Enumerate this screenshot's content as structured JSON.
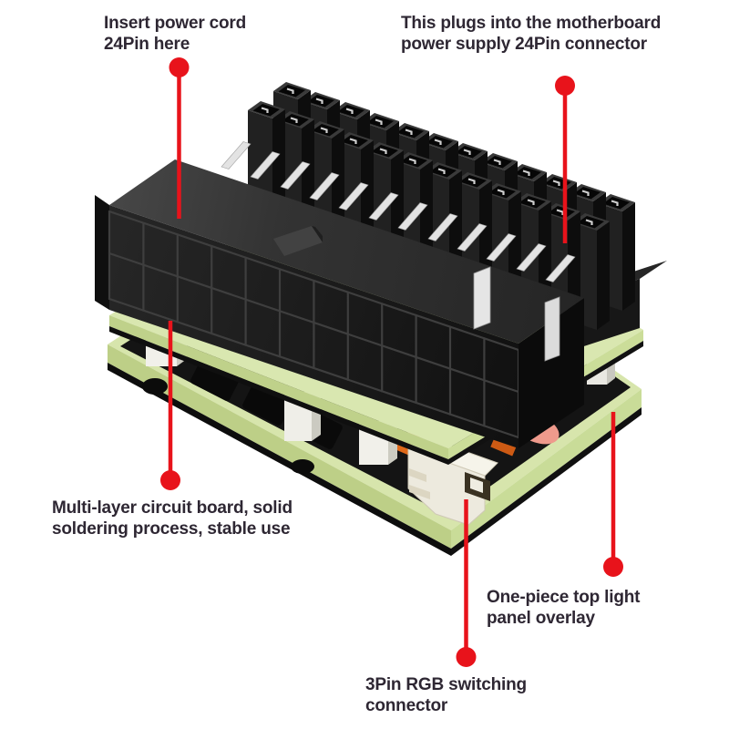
{
  "annotations": {
    "insert_power_cord": {
      "line1": "Insert power cord",
      "line2": "24Pin here"
    },
    "motherboard_connector": {
      "line1": "This plugs into the motherboard",
      "line2": "power supply 24Pin connector"
    },
    "multilayer_board": {
      "line1": "Multi-layer circuit board, solid",
      "line2": "soldering process, stable use"
    },
    "light_panel": {
      "line1": "One-piece top light",
      "line2": "panel overlay"
    },
    "rgb_connector": {
      "line1": "3Pin RGB switching",
      "line2": "connector"
    }
  },
  "colors": {
    "callout_red": "#e8131b",
    "label_text": "#2e2733",
    "pcb_green": "#d7e5ac",
    "pcb_green_side": "#bfd18a",
    "connector_plastic_black": "#1c1c1c",
    "light_panel_black": "#141414",
    "standoff_white": "#f1f0ea",
    "rgb_plug_white": "#edeade",
    "led_pink": "#f2a095",
    "component_orange": "#e06a1a"
  }
}
